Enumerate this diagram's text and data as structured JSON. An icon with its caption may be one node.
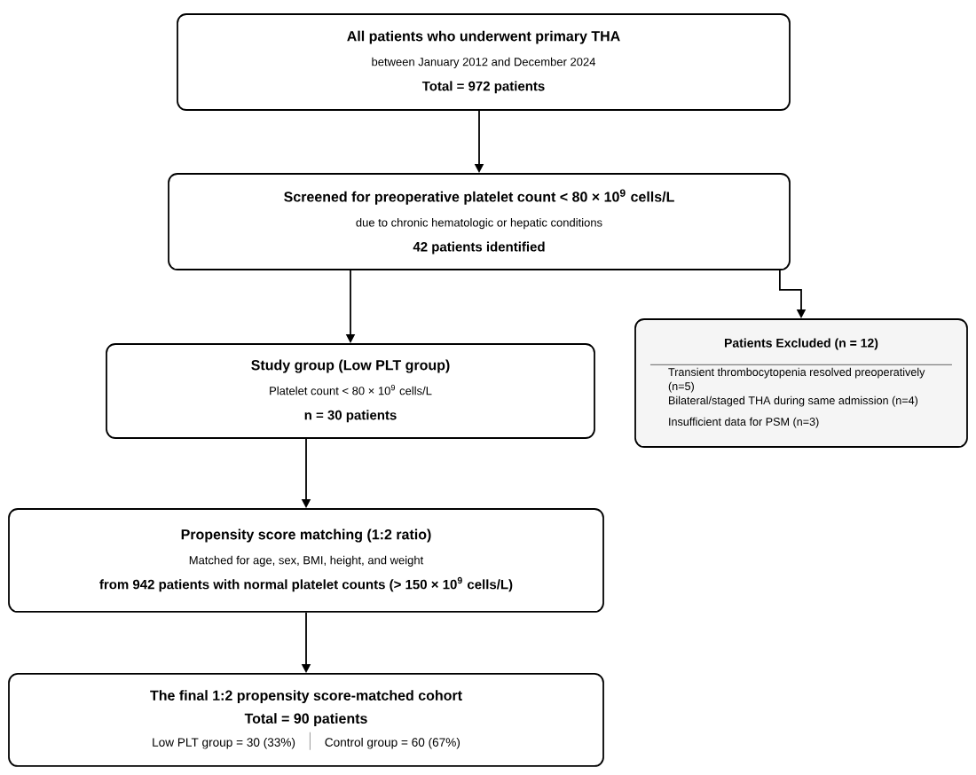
{
  "diagram": {
    "nodes": [
      {
        "text": [
          "All patients who underwent primary THA",
          "between January 2012 and December 2024",
          "Total = 972 patients"
        ]
      },
      {
        "text": [
          "Screened for preoperative platelet count < 80 × 10$^{9}$ cells/L",
          "due to chronic hematologic or hepatic conditions",
          "42 patients identified"
        ]
      },
      {
        "text": [
          "Patients Excluded (n = 12)",
          "Transient thrombocytopenia resolved preoperatively (n=5)",
          "Bilateral/staged THA during same admission (n=4)",
          "Insufficient data for PSM (n=3)"
        ]
      },
      {
        "text": [
          "Study group (Low PLT group)",
          "Platelet count < 80 × 10$^{9}$ cells/L",
          "n = 30 patients"
        ]
      },
      {
        "text": [
          "Propensity score matching (1:2 ratio)",
          "Matched for age, sex, BMI, height, and weight",
          "from 942 patients with normal platelet counts (> 150 × 10$^{9}$ cells/L)"
        ]
      },
      {
        "text": [
          "The final 1:2 propensity score-matched cohort",
          "Total = 90 patients",
          "Low PLT group = 30 (33%)",
          "Control group = 60 (67%)"
        ]
      }
    ],
    "edges": [
      {
        "from": 0,
        "to": 1,
        "arrow": "to"
      },
      {
        "from": 1,
        "to": 3,
        "arrow": "to"
      },
      {
        "from": 1,
        "to": 2,
        "arrow": "to"
      },
      {
        "from": 3,
        "to": 4,
        "arrow": "to"
      },
      {
        "from": 4,
        "to": 5,
        "arrow": "to"
      }
    ]
  }
}
